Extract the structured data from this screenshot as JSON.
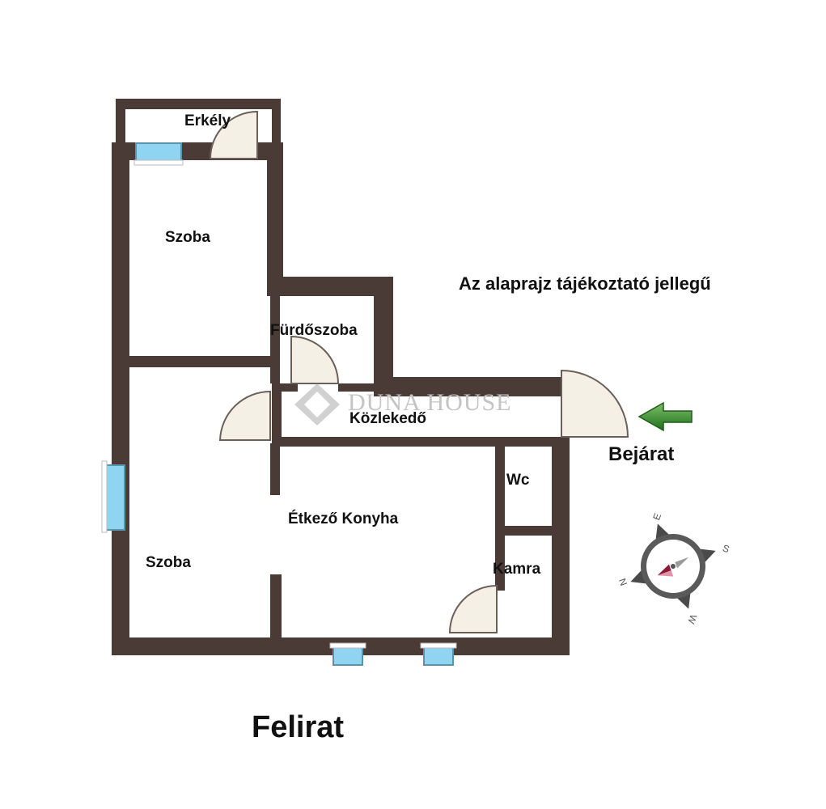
{
  "rooms": {
    "erkely": "Erkély",
    "szoba_top": "Szoba",
    "furdoszoba": "Fürdőszoba",
    "kozlekedo": "Közlekedő",
    "wc": "Wc",
    "etkezo_konyha": "Étkező Konyha",
    "szoba_bottom": "Szoba",
    "kamra": "Kamra"
  },
  "note": "Az alaprajz tájékoztató jellegű",
  "entrance_label": "Bejárat",
  "caption": "Felirat",
  "watermark": "DUNA HOUSE",
  "compass": {
    "letters": [
      "E",
      "S",
      "W",
      "N"
    ]
  },
  "colors": {
    "wall": "#4b3b36",
    "door_fill": "#f4f0e6",
    "window": "#8fd4f1",
    "arrow": "#2e8a27"
  }
}
